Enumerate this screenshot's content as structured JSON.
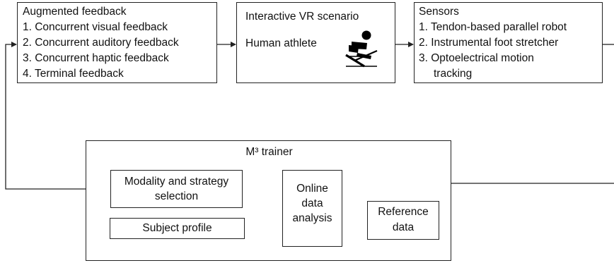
{
  "feedback_box": {
    "title": "Augmented feedback",
    "items": [
      "1.  Concurrent visual feedback",
      "2.  Concurrent auditory feedback",
      "3.  Concurrent haptic feedback",
      "4.  Terminal feedback"
    ]
  },
  "vr_box": {
    "title": "Interactive VR scenario",
    "subtitle": "Human athlete",
    "icon": "rowing-athlete-icon"
  },
  "sensors_box": {
    "title": "Sensors",
    "items": [
      "1.  Tendon-based parallel robot",
      "2.  Instrumental foot stretcher",
      "3.  Optoelectrical motion"
    ],
    "item3_cont": "tracking"
  },
  "trainer_box": {
    "title": "M³ trainer",
    "modality_line1": "Modality and strategy",
    "modality_line2": "selection",
    "profile": "Subject profile",
    "analysis_line1": "Online",
    "analysis_line2": "data",
    "analysis_line3": "analysis",
    "reference_line1": "Reference",
    "reference_line2": "data"
  }
}
